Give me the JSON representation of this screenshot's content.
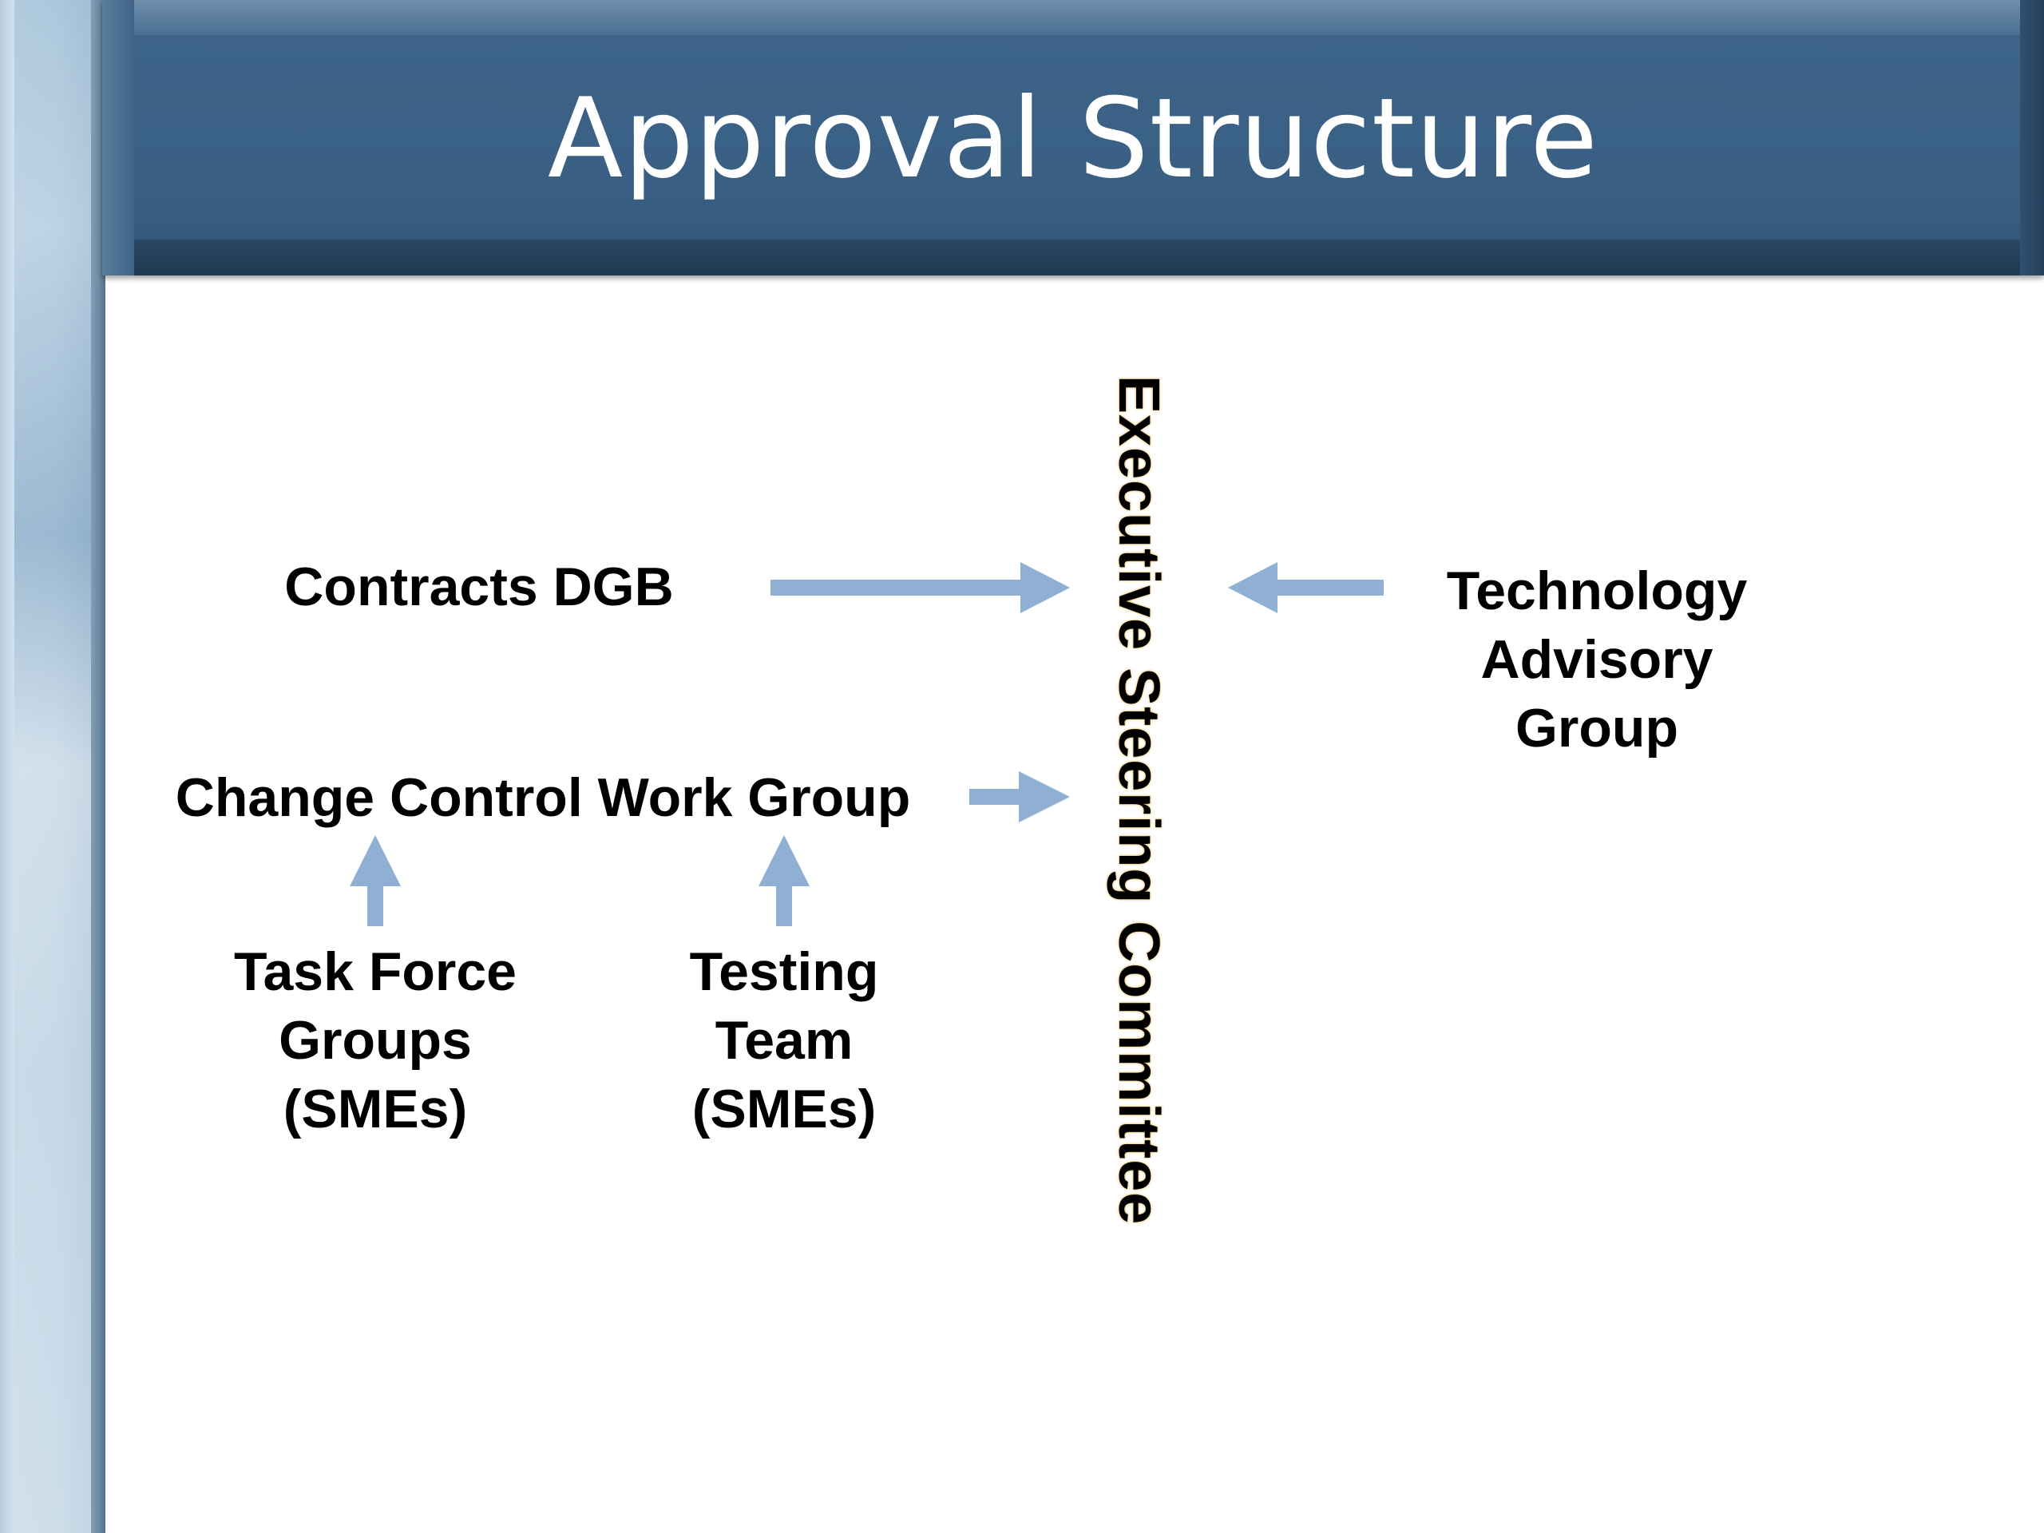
{
  "title": "Approval Structure",
  "nodes": {
    "executive": "Executive Steering Committee",
    "contracts": "Contracts DGB",
    "technology": [
      "Technology",
      "Advisory",
      "Group"
    ],
    "change_control": "Change Control Work Group",
    "task_force": [
      "Task Force",
      "Groups",
      "(SMEs)"
    ],
    "testing": [
      "Testing",
      "Team",
      "(SMEs)"
    ]
  },
  "colors": {
    "arrow": "#8fb0d2",
    "header": "#3a6185",
    "title_text": "#ffffff",
    "vertical_text_glow": "#e0b040"
  },
  "edges": [
    {
      "from": "Contracts DGB",
      "to": "Executive Steering Committee"
    },
    {
      "from": "Technology Advisory Group",
      "to": "Executive Steering Committee"
    },
    {
      "from": "Change Control Work Group",
      "to": "Executive Steering Committee"
    },
    {
      "from": "Task Force Groups (SMEs)",
      "to": "Change Control Work Group"
    },
    {
      "from": "Testing Team (SMEs)",
      "to": "Change Control Work Group"
    }
  ]
}
